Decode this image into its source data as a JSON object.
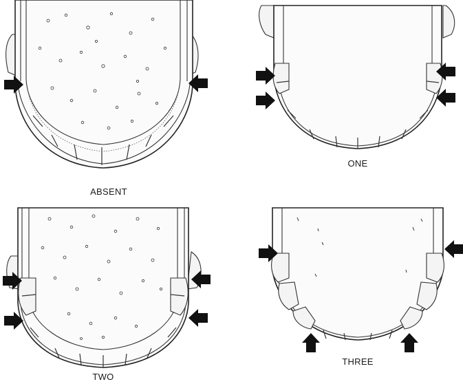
{
  "figure": {
    "panels": [
      {
        "id": "absent",
        "caption": "ABSENT"
      },
      {
        "id": "one",
        "caption": "ONE"
      },
      {
        "id": "two",
        "caption": "TWO"
      },
      {
        "id": "three",
        "caption": "THREE"
      }
    ]
  },
  "colors": {
    "ink": "#111111",
    "paper": "#ffffff"
  },
  "icons": {
    "arrow": "arrow-icon"
  }
}
